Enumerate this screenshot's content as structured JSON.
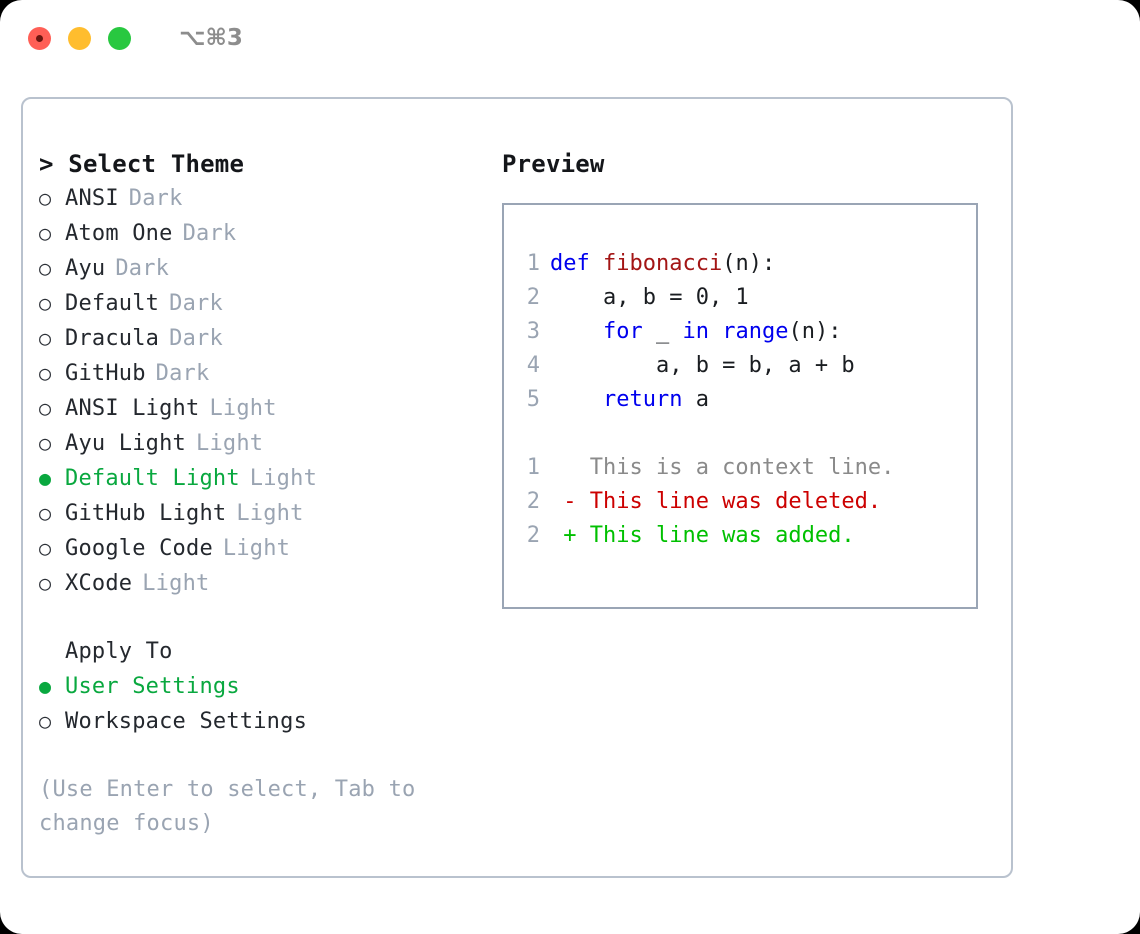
{
  "titlebar": {
    "shortcut": "⌥⌘3",
    "buttons": [
      {
        "name": "close",
        "color": "#ff5f56"
      },
      {
        "name": "minimize",
        "color": "#ffbd2e"
      },
      {
        "name": "maximize",
        "color": "#28c840"
      }
    ]
  },
  "theme_picker": {
    "header": "> Select Theme",
    "items": [
      {
        "marker": "○",
        "name": "ANSI",
        "tag": "Dark",
        "selected": false
      },
      {
        "marker": "○",
        "name": "Atom One",
        "tag": "Dark",
        "selected": false
      },
      {
        "marker": "○",
        "name": "Ayu",
        "tag": "Dark",
        "selected": false
      },
      {
        "marker": "○",
        "name": "Default",
        "tag": "Dark",
        "selected": false
      },
      {
        "marker": "○",
        "name": "Dracula",
        "tag": "Dark",
        "selected": false
      },
      {
        "marker": "○",
        "name": "GitHub",
        "tag": "Dark",
        "selected": false
      },
      {
        "marker": "○",
        "name": "ANSI Light",
        "tag": "Light",
        "selected": false
      },
      {
        "marker": "○",
        "name": "Ayu Light",
        "tag": "Light",
        "selected": false
      },
      {
        "marker": "●",
        "name": "Default Light",
        "tag": "Light",
        "selected": true
      },
      {
        "marker": "○",
        "name": "GitHub Light",
        "tag": "Light",
        "selected": false
      },
      {
        "marker": "○",
        "name": "Google Code",
        "tag": "Light",
        "selected": false
      },
      {
        "marker": "○",
        "name": "XCode",
        "tag": "Light",
        "selected": false
      }
    ]
  },
  "apply_to": {
    "title": "Apply To",
    "items": [
      {
        "marker": "●",
        "name": "User Settings",
        "selected": true
      },
      {
        "marker": "○",
        "name": "Workspace Settings",
        "selected": false
      }
    ]
  },
  "hint": "(Use Enter to select, Tab to change focus)",
  "preview": {
    "title": "Preview",
    "code_lines": [
      {
        "num": "1",
        "segments": [
          {
            "t": "def ",
            "c": "kw"
          },
          {
            "t": "fibonacci",
            "c": "fn"
          },
          {
            "t": "(n):",
            "c": "pl"
          }
        ]
      },
      {
        "num": "2",
        "segments": [
          {
            "t": "    a, b = 0, 1",
            "c": "pl"
          }
        ]
      },
      {
        "num": "3",
        "segments": [
          {
            "t": "    ",
            "c": "pl"
          },
          {
            "t": "for",
            "c": "kw"
          },
          {
            "t": " _ ",
            "c": "pl"
          },
          {
            "t": "in",
            "c": "kw"
          },
          {
            "t": " ",
            "c": "pl"
          },
          {
            "t": "range",
            "c": "kw"
          },
          {
            "t": "(n):",
            "c": "pl"
          }
        ]
      },
      {
        "num": "4",
        "segments": [
          {
            "t": "        a, b = b, a + b",
            "c": "pl"
          }
        ]
      },
      {
        "num": "5",
        "segments": [
          {
            "t": "    ",
            "c": "pl"
          },
          {
            "t": "return",
            "c": "kw"
          },
          {
            "t": " a",
            "c": "pl"
          }
        ]
      }
    ],
    "diff_lines": [
      {
        "num": "1",
        "text": "   This is a context line.",
        "kind": "ctx"
      },
      {
        "num": "2",
        "text": " - This line was deleted.",
        "kind": "del"
      },
      {
        "num": "2",
        "text": " + This line was added.",
        "kind": "add"
      }
    ]
  },
  "colors": {
    "accent_green": "#09a83f",
    "tag_gray": "#9aa4b2",
    "keyword_blue": "#0000ee",
    "function_red": "#a31515",
    "diff_add": "#00c000",
    "diff_del": "#cc0000",
    "panel_border": "#b9c2ce",
    "preview_border": "#9aa5b5"
  }
}
